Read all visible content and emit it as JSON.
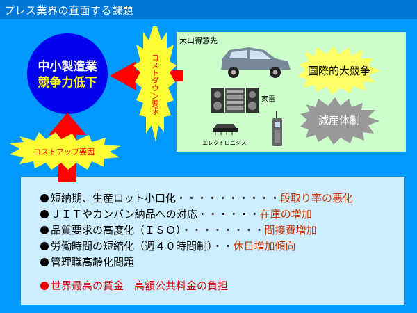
{
  "title": "プレス業界の直面する課題",
  "target": {
    "line1": "中小製造業",
    "line2": "競争力低下"
  },
  "cost_down_label": "コストダウン要求",
  "cost_up_label": "コストアップ要因",
  "customers": {
    "label": "大口得意先",
    "items": [
      {
        "label": "家電",
        "icon": "stereo-icon"
      },
      {
        "label": "エレクトロニクス",
        "icon": "electronics-icon"
      },
      {
        "label": "",
        "icon": "car-icon"
      },
      {
        "label": "",
        "icon": "mobile-phone-icon"
      }
    ]
  },
  "pressures": [
    {
      "label": "国際的大競争",
      "fill": "#ffff66"
    },
    {
      "label": "減産体制",
      "fill": "#999999"
    }
  ],
  "impacts": [
    {
      "cause": "短納期、生産ロット小口化",
      "dots": "・・・・・・・・・・",
      "effect": "段取り率の悪化"
    },
    {
      "cause": "ＪＩＴやカンバン納品への対応",
      "dots": "・・・・・・",
      "effect": "在庫の増加"
    },
    {
      "cause": "品質要求の高度化（ＩＳＯ）",
      "dots": "・・・・・・・・",
      "effect": "間接費増加"
    },
    {
      "cause": "労働時間の短縮化（週４０時間制）",
      "dots": "・・",
      "effect": "休日増加傾向"
    },
    {
      "cause": "管理職高齢化問題",
      "dots": "",
      "effect": ""
    }
  ],
  "burden": "世界最高の賃金　高額公共料金の負担",
  "colors": {
    "background": "#0099ff",
    "title_bar": "#0078d7",
    "target_fill": "#0000ee",
    "arrow": "#ff0000",
    "burst": "#ffff33",
    "effect_text": "#cc3300",
    "burden_text": "#dd0000"
  }
}
